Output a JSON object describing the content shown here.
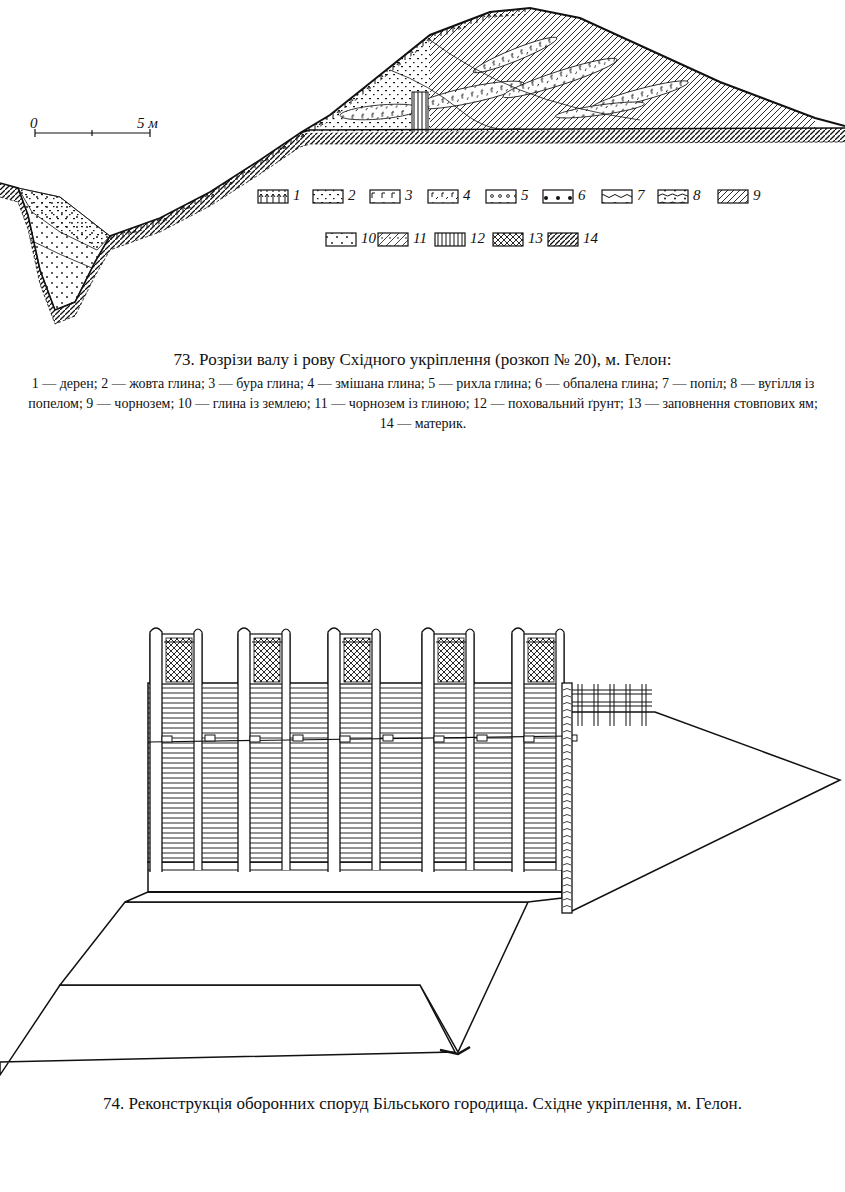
{
  "diagram": {
    "caption": "73. Розрізи валу і рову Східного укріплення (розкоп № 20), м. Гелон:",
    "labels": [
      "0",
      "5 м",
      "1 — дерен; 2 — жовта глина; 3 — бура глина; 4 — змішана глина; 5 — рихла глина; 6 — обпалена глина; 7 — попіл; 8 — вугілля із попелом; 9 — чорнозем; 10 — глина із землею; 11 — чорнозем із глиною; 12 — поховальний ґрунт; 13 — заповнення стовпових ям; 14 — материк.",
      "74. Реконструкція оборонних споруд Більського городища. Східне укріплення, м. Гелон."
    ],
    "legend": [
      {
        "text": "1"
      },
      {
        "text": "2"
      },
      {
        "text": "3"
      },
      {
        "text": "4"
      },
      {
        "text": "5"
      },
      {
        "text": "6"
      },
      {
        "text": "7"
      },
      {
        "text": "8"
      },
      {
        "text": "9"
      },
      {
        "text": "10"
      },
      {
        "text": "11"
      },
      {
        "text": "12"
      },
      {
        "text": "13"
      },
      {
        "text": "14"
      }
    ]
  }
}
